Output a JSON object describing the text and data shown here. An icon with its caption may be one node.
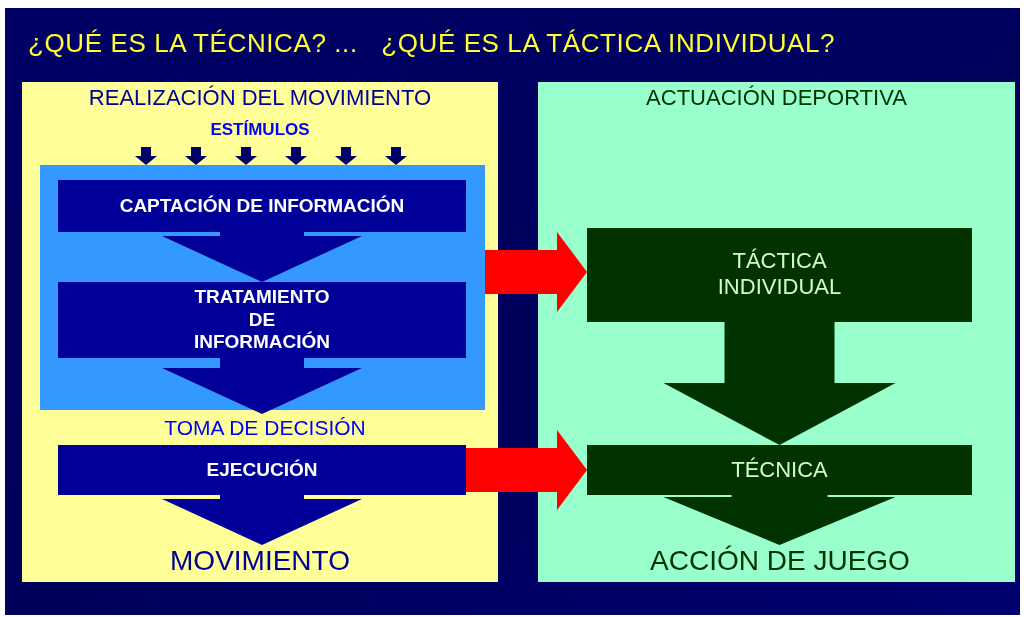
{
  "diagram": {
    "title": "¿QUÉ ES LA TÉCNICA? ...   ¿QUÉ ES LA TÁCTICA INDIVIDUAL?",
    "nodes": [
      {
        "text": [
          "REALIZACIÓN DEL MOVIMIENTO"
        ]
      },
      {
        "text": [],
        "shape": "box",
        "in": 0
      },
      {
        "text": [
          "CAPTACIÓN DE INFORMACIÓN"
        ],
        "in": 1
      },
      {
        "text": [
          "TRATAMIENTO DE INFORMACIÓN"
        ],
        "in": 1
      },
      {
        "text": [
          "TOMA DE DECISIÓN"
        ],
        "in": 0
      },
      {
        "text": [
          "EJECUCIÓN"
        ],
        "in": 0
      },
      {
        "text": [
          "MOVIMIENTO"
        ],
        "in": 0
      },
      {
        "text": [
          "ACTUACIÓN DEPORTIVA"
        ]
      },
      {
        "text": [
          "TÁCTICA INDIVIDUAL"
        ],
        "in": 7
      },
      {
        "text": [
          "TÉCNICA"
        ],
        "in": 7
      },
      {
        "text": [
          "ACCIÓN DE JUEGO"
        ],
        "in": 7
      }
    ],
    "edges": [
      {
        "from": null,
        "to": 1,
        "arrow": "to"
      },
      {
        "from": null,
        "to": 1,
        "arrow": "to"
      },
      {
        "from": null,
        "to": 1,
        "arrow": "to"
      },
      {
        "from": null,
        "to": 1,
        "arrow": "to"
      },
      {
        "from": null,
        "to": 1,
        "arrow": "to"
      },
      {
        "from": null,
        "to": 1,
        "arrow": "to"
      },
      {
        "from": 2,
        "to": 3,
        "arrow": "to",
        "style": "thick",
        "color": "#000099"
      },
      {
        "from": 3,
        "to": 4,
        "arrow": "to",
        "style": "thick",
        "color": "#000099"
      },
      {
        "from": 5,
        "to": 6,
        "arrow": "to",
        "style": "thick",
        "color": "#000099"
      },
      {
        "from": 1,
        "to": 8,
        "arrow": "to",
        "color": "#ff0000"
      },
      {
        "from": 5,
        "to": 9,
        "arrow": "to",
        "color": "#ff0000"
      },
      {
        "from": 8,
        "to": 9,
        "arrow": "to",
        "style": "thick",
        "color": "#003300"
      },
      {
        "from": 9,
        "to": 10,
        "arrow": "to",
        "style": "thick",
        "color": "#003300"
      }
    ],
    "labels": [
      "ESTÍMULOS"
    ]
  }
}
